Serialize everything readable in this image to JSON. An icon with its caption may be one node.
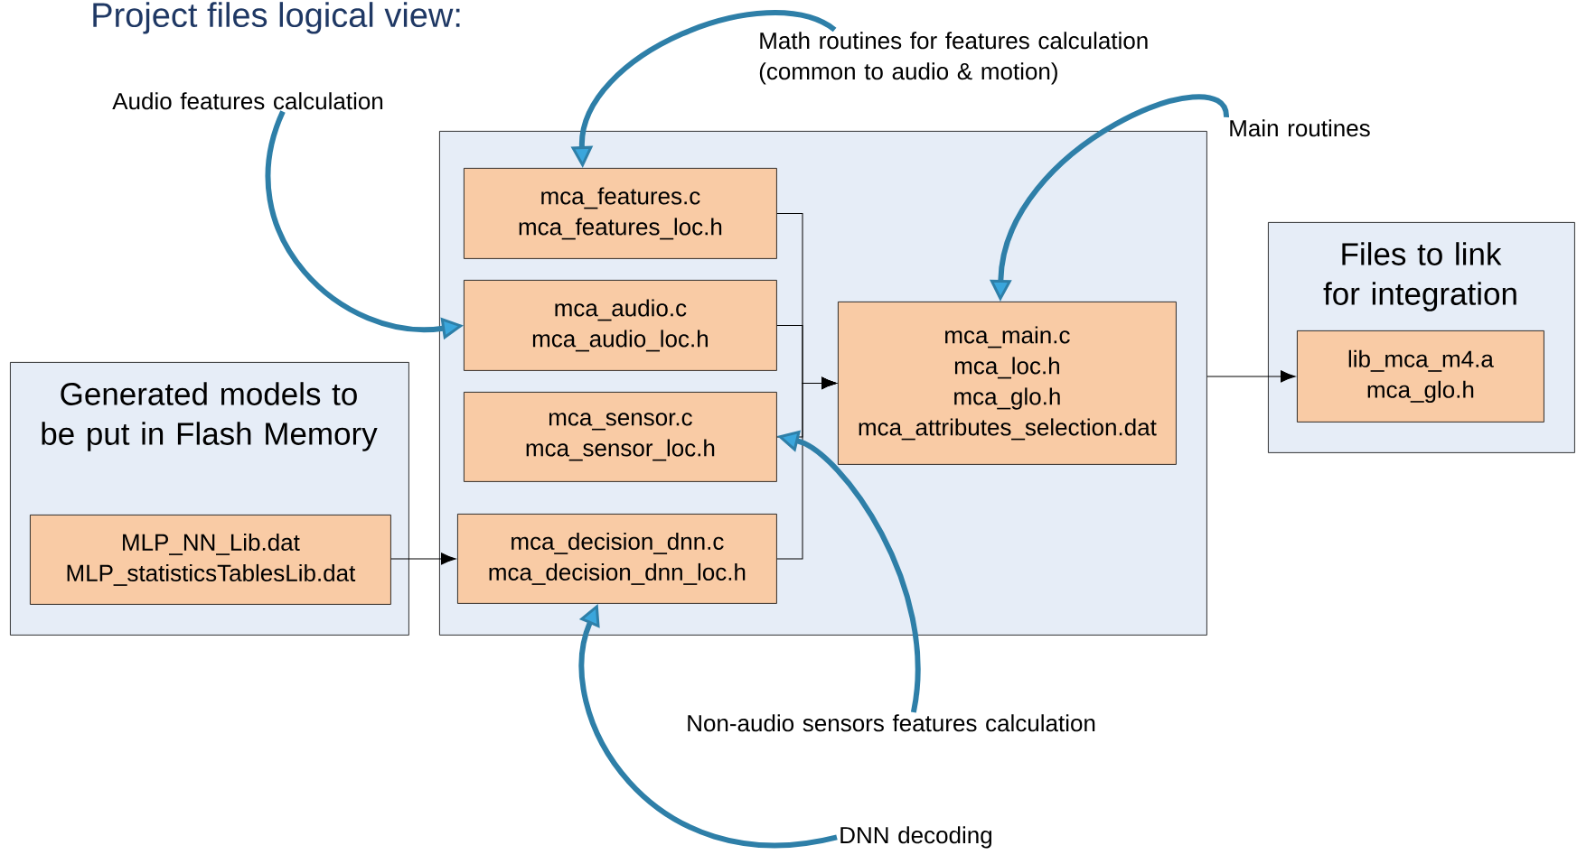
{
  "diagram": {
    "title": "Project files logical view:",
    "nodes": [
      {
        "text": [
          "Math routines for features calculation (common to audio & motion)"
        ]
      },
      {
        "text": [
          "Audio features calculation"
        ]
      },
      {
        "text": [
          "Main routines"
        ]
      },
      {
        "text": [],
        "shape": "box"
      },
      {
        "text": [
          "mca_features.c",
          "mca_features_loc.h"
        ],
        "in": 3
      },
      {
        "text": [
          "mca_audio.c",
          "mca_audio_loc.h"
        ],
        "in": 3
      },
      {
        "text": [
          "mca_sensor.c",
          "mca_sensor_loc.h"
        ],
        "in": 3
      },
      {
        "text": [
          "mca_decision_dnn.c",
          "mca_decision_dnn_loc.h"
        ],
        "in": 3
      },
      {
        "text": [
          "mca_main.c",
          "mca_loc.h",
          "mca_glo.h",
          "mca_attributes_selection.dat"
        ],
        "in": 3
      },
      {
        "text": [
          "Files to link for integration"
        ]
      },
      {
        "text": [
          "lib_mca_m4.a",
          "mca_glo.h"
        ],
        "in": 9
      },
      {
        "text": [
          "Generated models to be put in Flash Memory"
        ]
      },
      {
        "text": [
          "MLP_NN_Lib.dat",
          "MLP_statisticsTablesLib.dat"
        ],
        "in": 11
      },
      {
        "text": [
          "Non-audio sensors features calculation"
        ]
      },
      {
        "text": [
          "DNN decoding"
        ]
      }
    ],
    "edges": [
      {
        "from": 4,
        "to": 8,
        "arrow": "to"
      },
      {
        "from": 5,
        "to": 8,
        "arrow": "to"
      },
      {
        "from": 6,
        "to": 8,
        "arrow": "to"
      },
      {
        "from": 7,
        "to": 8,
        "arrow": "to"
      },
      {
        "from": 12,
        "to": 7,
        "arrow": "to"
      },
      {
        "from": 3,
        "to": 10,
        "arrow": "to"
      },
      {
        "from": 0,
        "to": 4,
        "arrow": "to",
        "style": "thick",
        "color": "#2e7fa8"
      },
      {
        "from": 1,
        "to": 5,
        "arrow": "to",
        "style": "thick",
        "color": "#2e7fa8"
      },
      {
        "from": 2,
        "to": 8,
        "arrow": "to",
        "style": "thick",
        "color": "#2e7fa8"
      },
      {
        "from": 13,
        "to": 6,
        "arrow": "to",
        "style": "thick",
        "color": "#2e7fa8"
      },
      {
        "from": 14,
        "to": 7,
        "arrow": "to",
        "style": "thick",
        "color": "#2e7fa8"
      }
    ]
  }
}
